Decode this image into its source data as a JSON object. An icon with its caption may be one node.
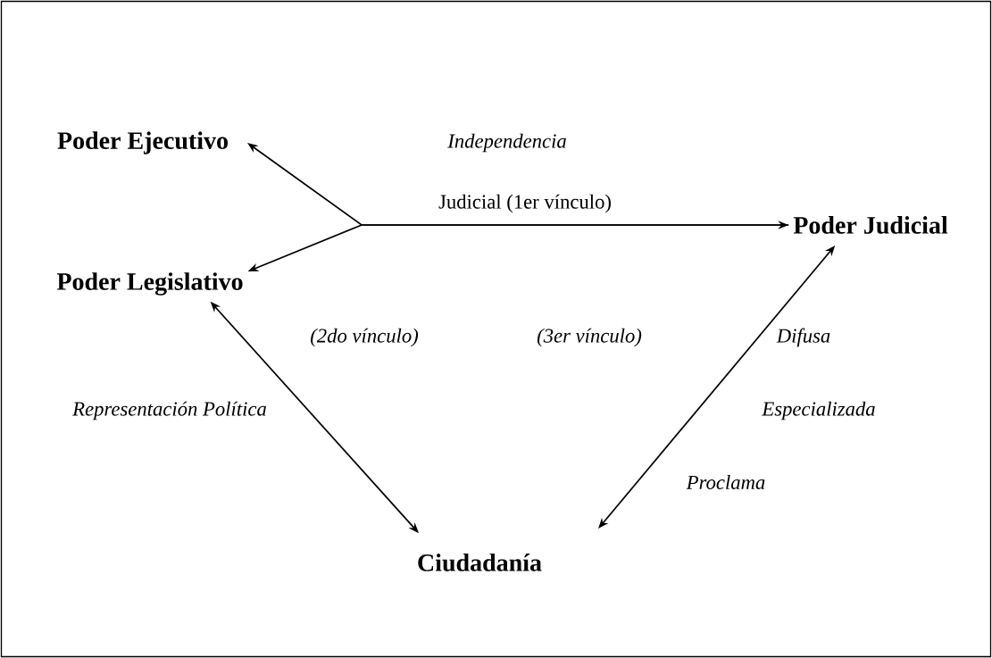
{
  "diagram": {
    "nodes": [
      {
        "text": [
          "Poder Ejecutivo"
        ]
      },
      {
        "text": [
          "Poder Legislativo"
        ]
      },
      {
        "text": [
          "Poder Judicial"
        ]
      },
      {
        "text": [
          "Ciudadanía"
        ]
      }
    ],
    "edges": [
      {
        "from": 0,
        "to": 2,
        "arrow": "both",
        "label": "Judicial (1er vínculo)"
      },
      {
        "from": 2,
        "to": 1,
        "arrow": "to"
      },
      {
        "from": 1,
        "to": 3,
        "arrow": "both"
      },
      {
        "from": 2,
        "to": 3,
        "arrow": "both"
      }
    ],
    "labels": [
      "Independencia",
      "(2do vínculo)",
      "(3er vínculo)",
      "Difusa",
      "Representación Política",
      "Especializada",
      "Proclama"
    ]
  }
}
